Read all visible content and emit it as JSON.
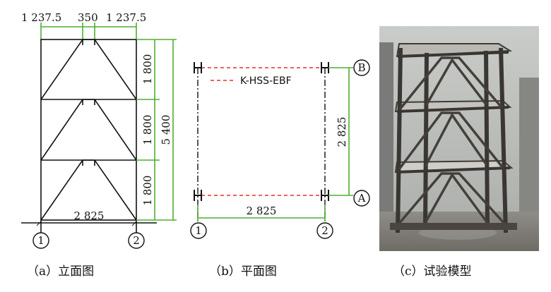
{
  "elevation": {
    "top_dims": [
      "1 237.5",
      "350",
      "1 237.5"
    ],
    "story_dims": [
      "1 800",
      "1 800",
      "1 800"
    ],
    "total_height": "5 400",
    "span": "2 825",
    "axis_labels": [
      "1",
      "2"
    ],
    "caption": "（a）立面图"
  },
  "plan": {
    "legend": "K-HSS-EBF",
    "span_y": "2 825",
    "span_x": "2 825",
    "axis_letters": [
      "B",
      "A"
    ],
    "axis_numbers": [
      "1",
      "2"
    ],
    "caption": "（b）平面图"
  },
  "photo": {
    "caption": "（c）试验模型"
  },
  "colors": {
    "dimension_line": "#4caf32",
    "brace_dash": "#e0312b",
    "frame": "#111111"
  }
}
